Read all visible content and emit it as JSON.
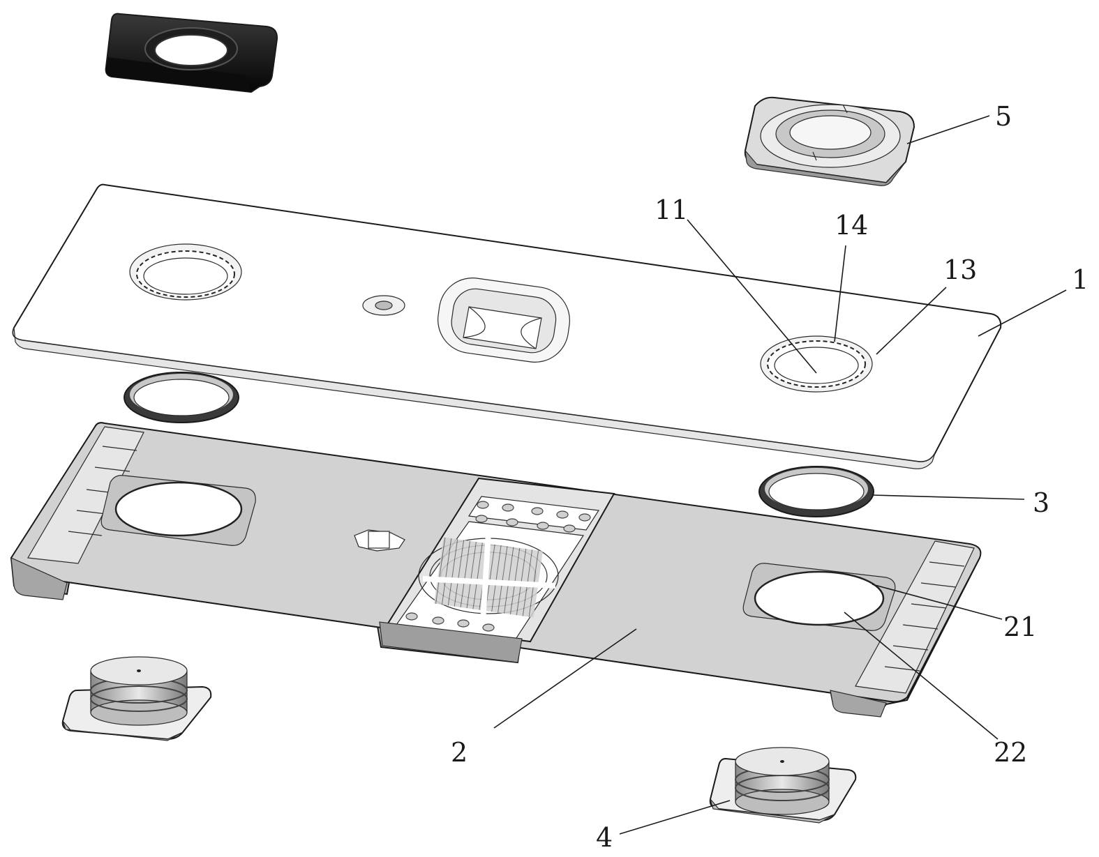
{
  "figure": {
    "labels": {
      "lbl_1": "1",
      "lbl_2": "2",
      "lbl_3": "3",
      "lbl_4": "4",
      "lbl_5": "5",
      "lbl_11": "11",
      "lbl_13": "13",
      "lbl_14": "14",
      "lbl_21": "21",
      "lbl_22": "22"
    }
  },
  "colors": {
    "line": "#1a1a1a",
    "plate_fill": "#ffffff",
    "tray_fill": "#d2d2d2",
    "tray_side": "#b4b4b4",
    "dark_part": "#141414",
    "metal_light": "#e2e2e2",
    "metal_mid": "#bdbdbd"
  }
}
